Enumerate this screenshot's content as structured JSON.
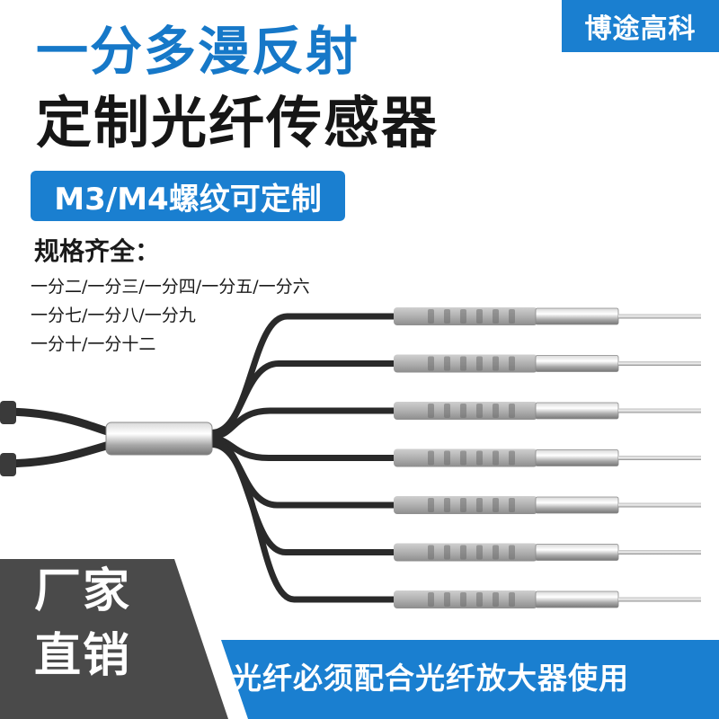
{
  "brand": "博途高科",
  "headline": {
    "line1": "一分多漫反射",
    "line2": "定制光纤传感器"
  },
  "thread_badge": "M3/M4螺纹可定制",
  "specs": {
    "heading": "规格齐全：",
    "lines": [
      "一分二/一分三/一分四/一分五/一分六",
      "一分七/一分八/一分九",
      "一分十/一分十二"
    ]
  },
  "corner_badge": {
    "line1": "厂家",
    "line2": "直销"
  },
  "bottom_banner": "光纤必须配合光纤放大器使用",
  "product": {
    "probe_count": 7
  },
  "colors": {
    "brand_blue": "#1a7fd0",
    "dark_gray": "#4a4a4a",
    "cable": "#2a2a2a"
  }
}
